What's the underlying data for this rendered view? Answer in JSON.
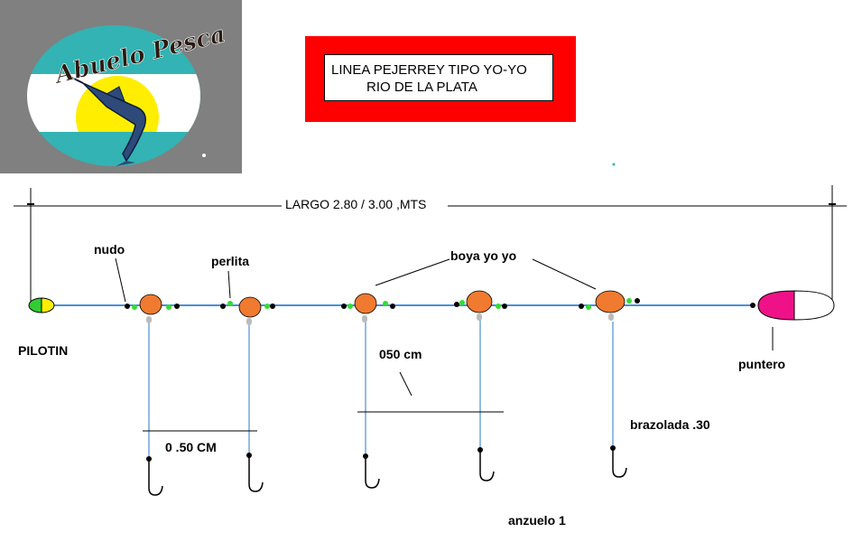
{
  "logo": {
    "text": "Abuelo Pesca"
  },
  "title": {
    "line1": "LINEA PEJERREY  TIPO YO-YO",
    "line2": "RIO DE LA PLATA"
  },
  "labels": {
    "length": "LARGO 2.80 / 3.00 ,MTS",
    "nudo": "nudo",
    "perlita": "perlita",
    "boya": "boya yo yo",
    "pilotin": "PILOTIN",
    "spacing_mid": "050 cm",
    "spacing_left": "0 .50 CM",
    "puntero": "puntero",
    "brazolada": "brazolada .30",
    "anzuelo": "anzuelo 1"
  },
  "colors": {
    "line": "#4a8fd6",
    "float": "#f07a30",
    "bead": "#33dd33",
    "knot": "#000000",
    "puntero": "#ee1188",
    "pilotin_green": "#33cc33",
    "pilotin_yellow": "#ffee00",
    "title_frame": "#ff0000",
    "logo_teal": "#33b3b3",
    "logo_sun": "#ffee00",
    "logo_bg": "#808080"
  }
}
